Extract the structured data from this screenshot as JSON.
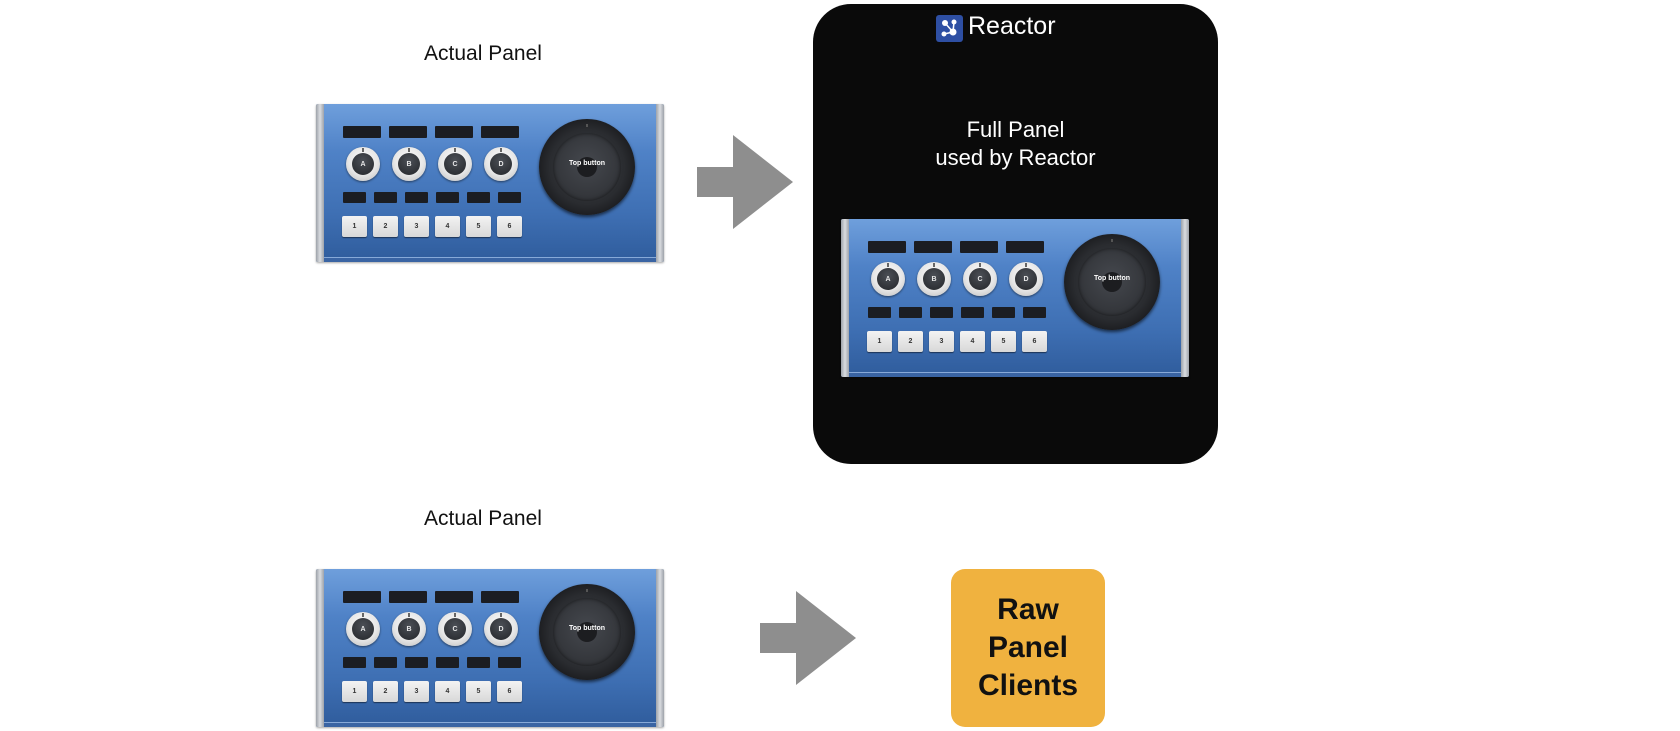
{
  "captions": {
    "top": "Actual Panel",
    "bottom": "Actual Panel"
  },
  "panel": {
    "knobs": [
      "A",
      "B",
      "C",
      "D"
    ],
    "keys": [
      "1",
      "2",
      "3",
      "4",
      "5",
      "6"
    ],
    "jog_label": "Top button"
  },
  "reactor": {
    "title": "Reactor",
    "line1": "Full Panel",
    "line2": "used by Reactor",
    "color": "#0a0a0a"
  },
  "raw": {
    "line1": "Raw",
    "line2": "Panel",
    "line3": "Clients",
    "color": "#f0b23f"
  },
  "arrow_color": "#8e8e8e"
}
